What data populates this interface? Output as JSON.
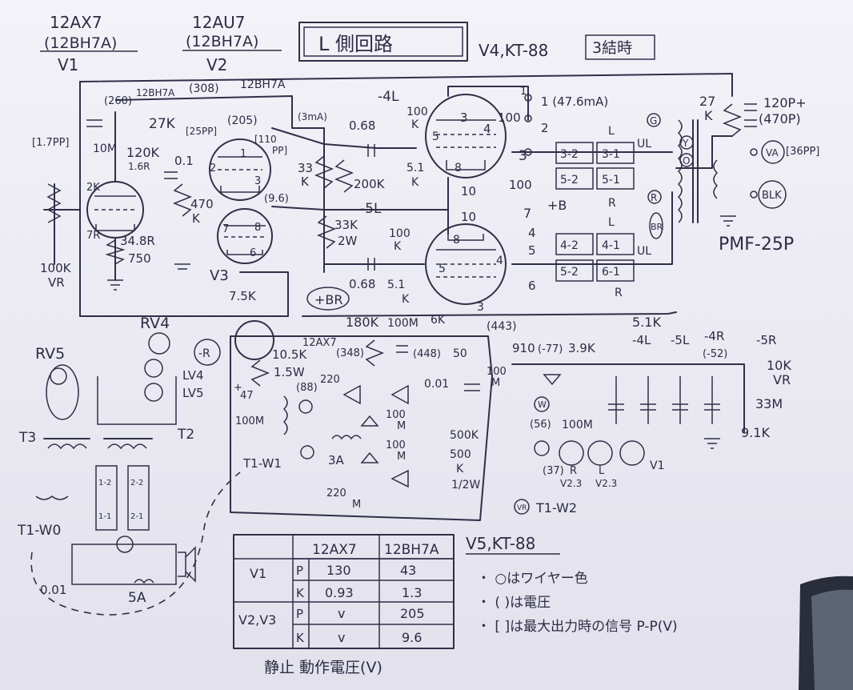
{
  "title": {
    "v1_tube": "12AX7",
    "v1_alt": "(12BH7A)",
    "v1_label": "V1",
    "v2_tube": "12AU7",
    "v2_alt": "(12BH7A)",
    "v2_label": "V2",
    "circuit_name": "L  側回路",
    "output_tube": "V4,KT-88",
    "connection": "3結時"
  },
  "v1": {
    "v_260": "(260)",
    "sub": "12BH7A",
    "grid_r": "10M",
    "plate_r": "120K",
    "plate_r2": "1.6R",
    "pin2": "2K",
    "pin7": "7R",
    "v348": "34.8R",
    "cathode_r": "750",
    "vr": "100K",
    "vr_label": "VR",
    "input_pp": "[1.7PP]"
  },
  "v2": {
    "v308": "(308)",
    "sub": "12BH7A",
    "r27k": "27K",
    "pp25": "[25PP]",
    "v205": "(205)",
    "pp110": "[110",
    "pp110b": "PP]",
    "ma3": "(3mA)",
    "c01": "0.1",
    "r470": "470",
    "r470k": "K",
    "pin2": "2",
    "pin3": "3",
    "pin1": "1",
    "pin7": "7",
    "pin8": "8",
    "pin6": "6",
    "v96": "(9.6)",
    "v3_label": "V3"
  },
  "mid": {
    "r33k": "33",
    "r33k_b": "K",
    "r200k": "200K",
    "r33k2": "33K",
    "r2w": "2W",
    "c068a": "0.68",
    "c068b": "0.68",
    "bias_4l": "-4L",
    "bias_5l": "-5L",
    "r100k_a": "100",
    "r100k_a2": "K",
    "r100k_b": "100",
    "r100k_b2": "K",
    "r51a": "5.1",
    "r51a_k": "K",
    "r51b": "5.1",
    "r51b_k": "K"
  },
  "v4": {
    "ma": "1 (47.6mA)",
    "pin3": "3",
    "pin4": "4",
    "pin5": "5",
    "pin8": "8",
    "r100": "100",
    "sw1": "1",
    "sw2": "2",
    "sw3": "3",
    "r10a": "10",
    "r10b": "10",
    "r100b": "100",
    "b_plus": "+B",
    "seven": "7",
    "four": "4",
    "five": "5",
    "six": "6",
    "pin3b": "3",
    "pin5b": "5",
    "pin4b": "4",
    "pin8b": "8"
  },
  "switch_boxes": {
    "b1": "3-2",
    "b2": "3-1",
    "b3": "5-2",
    "b4": "5-1",
    "b5": "4-2",
    "b6": "4-1",
    "b7": "5-2",
    "b8": "6-1",
    "l1": "L",
    "r1": "R",
    "l2": "L",
    "r2": "R",
    "ul1": "UL",
    "ul2": "UL"
  },
  "output": {
    "g": "G",
    "y": "Y",
    "o": "O",
    "r27k": "27",
    "r27k_k": "K",
    "c120p": "120P+",
    "c470p": "(470P)",
    "va": "VA",
    "pp36": "[36PP]",
    "blk": "BLK",
    "transformer": "PMF-25P",
    "r_circ": "R",
    "br": "BR"
  },
  "supply": {
    "plus_br": "+BR",
    "r180k": "180K",
    "c100m": "100M",
    "r6k": "6K",
    "v443": "(443)",
    "r51k": "5.1K",
    "tube": "12AX7",
    "v348": "(348)",
    "v448": "(448)",
    "r50": "50",
    "r105k": "10.5K",
    "r15w": "1.5W",
    "r75k": "7.5K",
    "v88": "(88)",
    "r220": "220",
    "c001": "0.01",
    "c100u": "100",
    "c100u_m": "M",
    "c100u2": "100",
    "c100u2_m": "M",
    "c100m2": "100",
    "c100m2_m": "M",
    "r500k": "500K",
    "r500k2": "500",
    "r500k2_k": "K",
    "r12w": "1/2W",
    "fuse3a": "3A",
    "c220u": "220",
    "c220u_m": "M",
    "c100m3": "100M",
    "t1w1": "T1-W1",
    "r_minus": "-R",
    "c47": "47",
    "c47p": "+",
    "c100m4": "100M"
  },
  "bias": {
    "r910": "910",
    "v77": "(-77)",
    "r39k": "3.9K",
    "l4": "-4L",
    "l5": "-5L",
    "r4": "-4R",
    "r5": "-5R",
    "v52": "(-52)",
    "r10k": "10K",
    "vr": "VR",
    "c33m": "33M",
    "r91k": "9.1K",
    "c100m": "100M",
    "w": "W",
    "v56": "(56)",
    "v37": "(37)",
    "r_heat": "R",
    "v23a": "V2.3",
    "l_heat": "L",
    "v23b": "V2.3",
    "v1h": "V1",
    "t1w2": "T1-W2",
    "vr_label": "VR"
  },
  "psu": {
    "rv4": "RV4",
    "rv5": "RV5",
    "lv4": "LV4",
    "lv5": "LV5",
    "t3": "T3",
    "t2": "T2",
    "t1w0": "T1-W0",
    "c001": "0.01",
    "fuse5a": "5A",
    "rect_a": "1-2",
    "rect_b": "1-1",
    "rect_c": "2-2",
    "rect_d": "2-1"
  },
  "table": {
    "head_a": "12AX7",
    "head_b": "12BH7A",
    "rows": [
      {
        "tube": "V1",
        "pin": "P",
        "a": "130",
        "b": "43"
      },
      {
        "tube": "",
        "pin": "K",
        "a": "0.93",
        "b": "1.3"
      },
      {
        "tube": "V2,V3",
        "pin": "P",
        "a": "v",
        "b": "205"
      },
      {
        "tube": "",
        "pin": "K",
        "a": "v",
        "b": "9.6"
      }
    ],
    "caption": "静止 動作電圧(V)"
  },
  "notes": {
    "v5": "V5,KT-88",
    "n1": "・ ○はワイヤー色",
    "n2": "・ ( )は電圧",
    "n3": "・ [ ]は最大出力時の信号 P-P(V)"
  }
}
